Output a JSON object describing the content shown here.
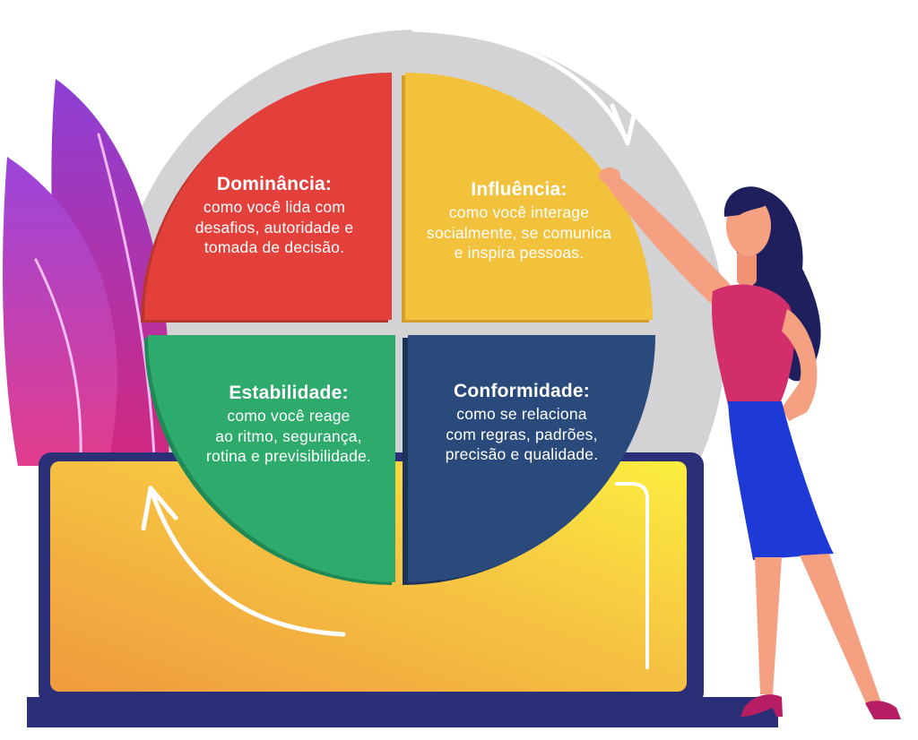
{
  "colors": {
    "dominancia": "#e4403b",
    "influencia": "#f2c23c",
    "estabilidade": "#2eaa6d",
    "conformidade": "#2b4a7c",
    "outer_ring": "#d3d3d6",
    "monitor": "#f7c13f",
    "base": "#2b2f77",
    "leaves": "#a936c4",
    "text": "#ffffff"
  },
  "quadrants": [
    {
      "id": "dominancia",
      "title": "Dominância:",
      "lines": [
        "como você lida com",
        "desafios, autoridade e",
        "tomada de decisão."
      ]
    },
    {
      "id": "influencia",
      "title": "Influência:",
      "lines": [
        "como você interage",
        "socialmente, se comunica",
        "e inspira pessoas."
      ]
    },
    {
      "id": "estabilidade",
      "title": "Estabilidade:",
      "lines": [
        "como você reage",
        "ao ritmo, segurança,",
        "rotina e previsibilidade."
      ]
    },
    {
      "id": "conformidade",
      "title": "Conformidade:",
      "lines": [
        "como se relaciona",
        "com regras, padrões,",
        "precisão e qualidade."
      ]
    }
  ],
  "icons": {
    "arrow_top": "curved-arrow-clockwise-icon",
    "arrow_bottom": "curved-arrow-up-icon"
  }
}
